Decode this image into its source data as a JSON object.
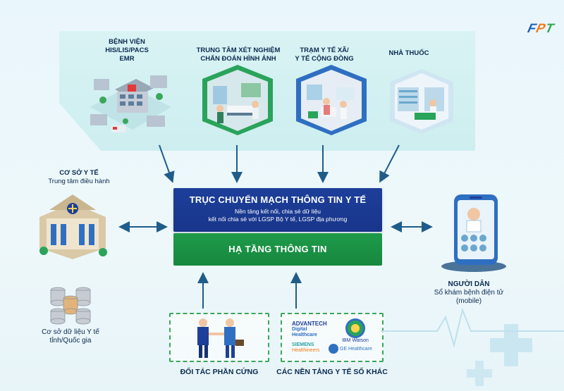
{
  "brand": {
    "name": "FPT",
    "colors": {
      "f": "#1a5fb4",
      "p": "#f07a1a",
      "t": "#2fa84f"
    }
  },
  "top_nodes": [
    {
      "line1": "BỆNH VIỆN",
      "line2": "HIS/LIS/PACS",
      "line3": "EMR"
    },
    {
      "line1": "TRUNG TÂM XÉT NGHIỆM",
      "line2": "CHẨN ĐOÁN HÌNH ẢNH"
    },
    {
      "line1": "TRẠM Y TẾ XÃ/",
      "line2": "Y TẾ CỘNG ĐỒNG"
    },
    {
      "line1": "NHÀ THUỐC"
    }
  ],
  "left_nodes": {
    "health_office": {
      "line1": "CƠ SỞ Y TẾ",
      "line2": "Trung tâm điều hành"
    },
    "database": {
      "line1": "Cơ sở dữ liệu Y tế",
      "line2": "tỉnh/Quốc gia"
    }
  },
  "right_node": {
    "line1": "NGƯỜI DÂN",
    "line2": "Sổ khám bệnh điện tử",
    "line3": "(mobile)"
  },
  "central": {
    "title": "TRỤC CHUYỂN MẠCH THÔNG TIN Y TẾ",
    "sub1": "Nền tảng kết nối, chia sẻ dữ liệu",
    "sub2": "kết nối chia sẻ với LGSP Bộ Y tế, LGSP địa phương",
    "infra": "HẠ TẦNG THÔNG TIN"
  },
  "bottom_nodes": {
    "hardware": "ĐỐI TÁC PHẦN CỨNG",
    "platforms": "CÁC NỀN TẢNG Y TẾ SỐ KHÁC"
  },
  "partner_logos": {
    "advantech": "ADVANTECH",
    "advantech_sub1": "Digital",
    "advantech_sub2": "Healthcare",
    "ibm": "IBM Watson",
    "siemens1": "SIEMENS",
    "siemens2": "Healthineers",
    "ge": "GE Healthcare"
  },
  "colors": {
    "navy": "#1d3f9a",
    "green": "#1e9a4a",
    "arrow": "#1f5c8a",
    "dash": "#3aa75a"
  }
}
